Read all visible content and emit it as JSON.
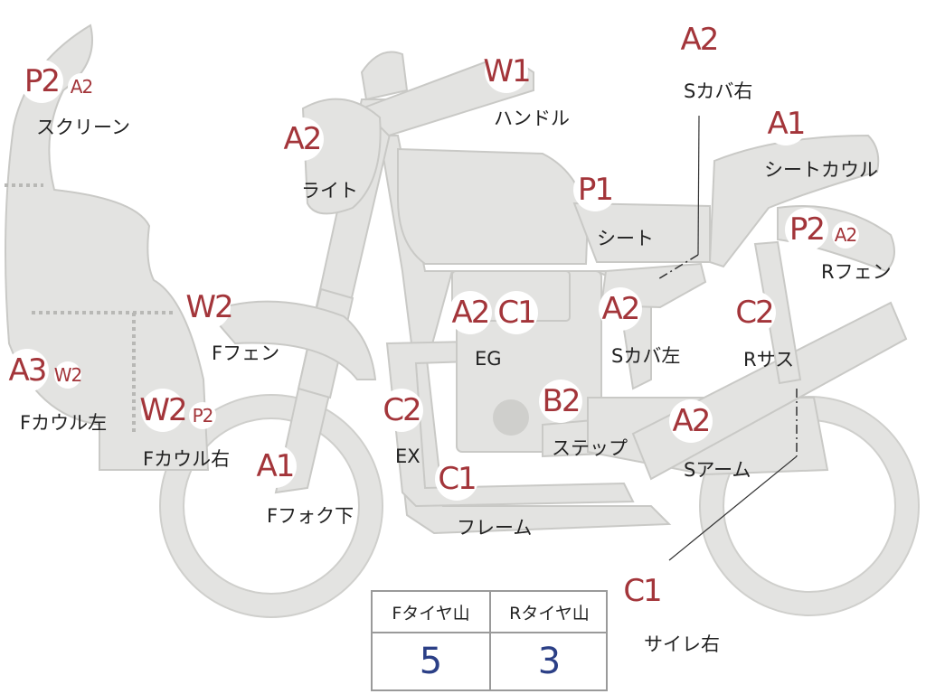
{
  "parts": [
    {
      "key": "screen",
      "codes": [
        "P2",
        "A2"
      ],
      "label": "スクリーン"
    },
    {
      "key": "handle",
      "codes": [
        "W1"
      ],
      "label": "ハンドル"
    },
    {
      "key": "side_cover_right",
      "codes": [
        "A2"
      ],
      "label": "Sカバ右"
    },
    {
      "key": "seat_cowl",
      "codes": [
        "A1"
      ],
      "label": "シートカウル"
    },
    {
      "key": "light",
      "codes": [
        "A2"
      ],
      "label": "ライト"
    },
    {
      "key": "seat",
      "codes": [
        "P1"
      ],
      "label": "シート"
    },
    {
      "key": "rear_fender",
      "codes": [
        "P2",
        "A2"
      ],
      "label": "Rフェン"
    },
    {
      "key": "front_fender",
      "codes": [
        "W2"
      ],
      "label": "Fフェン"
    },
    {
      "key": "engine",
      "codes": [
        "A2",
        "C1"
      ],
      "label": "EG"
    },
    {
      "key": "side_cover_left",
      "codes": [
        "A2"
      ],
      "label": "Sカバ左"
    },
    {
      "key": "rear_suspension",
      "codes": [
        "C2"
      ],
      "label": "Rサス"
    },
    {
      "key": "front_cowl_left",
      "codes": [
        "A3",
        "W2"
      ],
      "label": "Fカウル左"
    },
    {
      "key": "front_cowl_right",
      "codes": [
        "W2",
        "P2"
      ],
      "label": "Fカウル右"
    },
    {
      "key": "exhaust",
      "codes": [
        "C2"
      ],
      "label": "EX"
    },
    {
      "key": "step",
      "codes": [
        "B2"
      ],
      "label": "ステップ"
    },
    {
      "key": "swing_arm",
      "codes": [
        "A2"
      ],
      "label": "Sアーム"
    },
    {
      "key": "front_fork",
      "codes": [
        "A1"
      ],
      "label": "Fフォク下"
    },
    {
      "key": "frame",
      "codes": [
        "C1"
      ],
      "label": "フレーム"
    },
    {
      "key": "silencer_right",
      "codes": [
        "C1"
      ],
      "label": "サイレ右"
    }
  ],
  "tire_table": {
    "headers": [
      "Fタイヤ山",
      "Rタイヤ山"
    ],
    "values": [
      "5",
      "3"
    ]
  },
  "colors": {
    "code_text": "#a3353a",
    "tire_value_text": "#2b3f86",
    "body_fill": "#e3e3e1"
  }
}
